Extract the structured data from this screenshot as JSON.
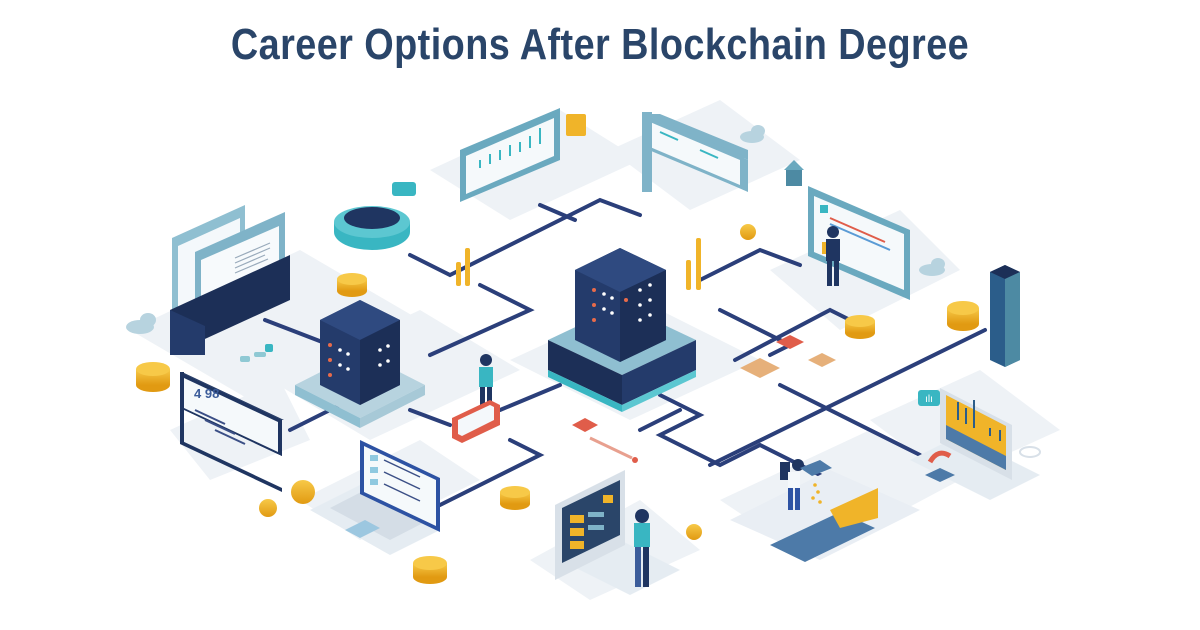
{
  "header": {
    "title": "Career Options After Blockchain Degree"
  },
  "illustration": {
    "description": "Isometric blockchain network illustration",
    "elements": [
      {
        "name": "document-stand",
        "label": ""
      },
      {
        "name": "central-server-stack",
        "label": ""
      },
      {
        "name": "left-server-stack",
        "label": ""
      },
      {
        "name": "analytics-monitor",
        "label": ""
      },
      {
        "name": "report-tablet",
        "label": ""
      },
      {
        "name": "presenter-board",
        "label": ""
      },
      {
        "name": "chart-laptop",
        "label": ""
      },
      {
        "name": "coding-laptop",
        "label": ""
      },
      {
        "name": "document-laptop",
        "label": ""
      },
      {
        "name": "coin-pour-platform",
        "label": ""
      },
      {
        "name": "storage-pillar",
        "label": ""
      }
    ],
    "small_screen_text": "4 98",
    "chat_bubble_text": "ılı"
  },
  "colors": {
    "title": "#2a4569",
    "navy": "#1f3561",
    "teal": "#39b6c2",
    "light_blue": "#8fbfd1",
    "gold": "#f0b429",
    "line": "#2b3f7a",
    "floor": "#eef2f6"
  }
}
